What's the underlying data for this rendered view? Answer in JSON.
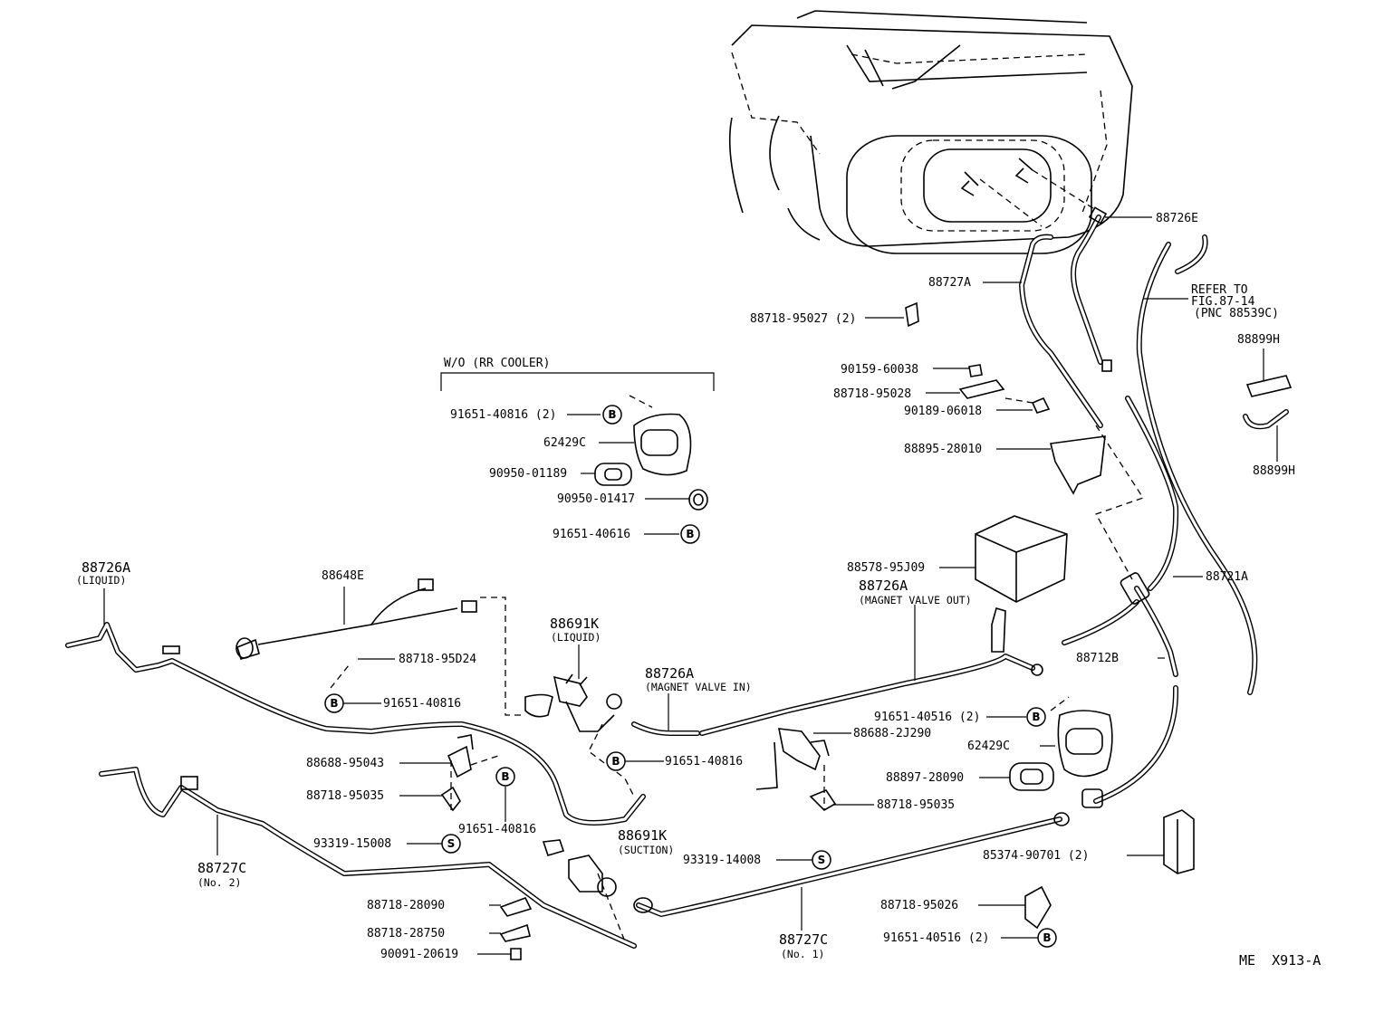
{
  "figure_code": "ME  X913-A",
  "section_title": "W/O (RR COOLER)",
  "callouts": [
    {
      "id": "c1",
      "text": "88726E"
    },
    {
      "id": "c2",
      "text": "88727A"
    },
    {
      "id": "c3",
      "text": "88718-95027 (2)"
    },
    {
      "id": "c4",
      "text": "90159-60038"
    },
    {
      "id": "c5",
      "text": "88718-95028"
    },
    {
      "id": "c6",
      "text": "90189-06018"
    },
    {
      "id": "c7",
      "text": "88895-28010"
    },
    {
      "id": "c8",
      "text": "88578-95J09"
    },
    {
      "id": "c9",
      "text": "88721A"
    },
    {
      "id": "c10",
      "text": "88712B"
    },
    {
      "id": "c11",
      "text": "88899H"
    },
    {
      "id": "c12",
      "text": "88899H"
    },
    {
      "id": "c13",
      "text": "91651-40816 (2)"
    },
    {
      "id": "c14",
      "text": "62429C"
    },
    {
      "id": "c15",
      "text": "90950-01189"
    },
    {
      "id": "c16",
      "text": "90950-01417"
    },
    {
      "id": "c17",
      "text": "91651-40616"
    },
    {
      "id": "c18",
      "text": "88648E"
    },
    {
      "id": "c19",
      "text": "88718-95D24"
    },
    {
      "id": "c20",
      "text": "91651-40816"
    },
    {
      "id": "c21",
      "text": "88688-95043"
    },
    {
      "id": "c22",
      "text": "88718-95035"
    },
    {
      "id": "c23",
      "text": "91651-40816"
    },
    {
      "id": "c24",
      "text": "93319-15008"
    },
    {
      "id": "c25",
      "text": "91651-40816"
    },
    {
      "id": "c26",
      "text": "91651-40516 (2)"
    },
    {
      "id": "c27",
      "text": "88688-2J290"
    },
    {
      "id": "c28",
      "text": "62429C"
    },
    {
      "id": "c29",
      "text": "88897-28090"
    },
    {
      "id": "c30",
      "text": "88718-95035"
    },
    {
      "id": "c31",
      "text": "93319-14008"
    },
    {
      "id": "c32",
      "text": "85374-90701 (2)"
    },
    {
      "id": "c33",
      "text": "88718-95026"
    },
    {
      "id": "c34",
      "text": "91651-40516 (2)"
    },
    {
      "id": "c35",
      "text": "88718-28090"
    },
    {
      "id": "c36",
      "text": "88718-28750"
    },
    {
      "id": "c37",
      "text": "90091-20619"
    }
  ],
  "refer_note": {
    "line1": "REFER TO",
    "line2": "FIG.87-14",
    "line3": "(PNC 88539C)"
  },
  "pipe_labels": {
    "liquid_pipe": {
      "code": "88726A",
      "sub": "(LIQUID)"
    },
    "valve_liquid": {
      "code": "88691K",
      "sub": "(LIQUID)"
    },
    "valve_suction": {
      "code": "88691K",
      "sub": "(SUCTION)"
    },
    "magnet_in": {
      "code": "88726A",
      "sub": "(MAGNET VALVE IN)"
    },
    "magnet_out": {
      "code": "88726A",
      "sub": "(MAGNET VALVE OUT)"
    },
    "suction_no2": {
      "code": "88727C",
      "sub": "(No. 2)"
    },
    "suction_no1": {
      "code": "88727C",
      "sub": "(No. 1)"
    }
  },
  "symbols": {
    "bolt": "B",
    "screw": "S"
  }
}
